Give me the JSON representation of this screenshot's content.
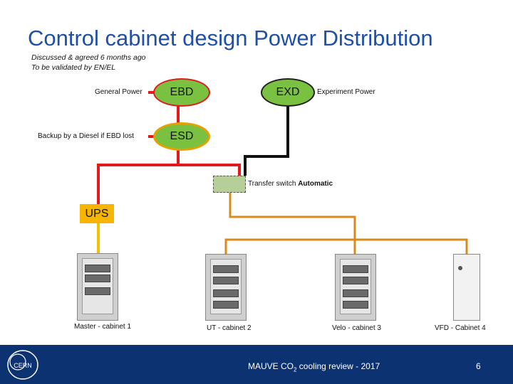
{
  "title": "Control cabinet design Power Distribution",
  "notes": [
    "Discussed & agreed 6 months ago",
    "To be validated by EN/EL"
  ],
  "sources": {
    "general_power_label": "General Power",
    "backup_label": "Backup by a Diesel if EBD lost",
    "experiment_power_label": "Experiment Power"
  },
  "nodes": {
    "ebd": "EBD",
    "exd": "EXD",
    "esd": "ESD",
    "ups": "UPS"
  },
  "transfer_switch": {
    "label": "Transfer switch ",
    "mode": "Automatic"
  },
  "cabinets": [
    "Master - cabinet 1",
    "UT - cabinet 2",
    "Velo - cabinet 3",
    "VFD - Cabinet 4"
  ],
  "footer": {
    "text_prefix": "MAUVE CO",
    "text_sub": "2",
    "text_suffix": " cooling review - 2017",
    "page": "6",
    "logo_text": "CERN"
  },
  "colors": {
    "title": "#1f4fa6",
    "general_power_line": "#e01b1b",
    "backup_line": "#e01b1b",
    "esd_ring": "#e6a100",
    "experiment_line": "#111111",
    "distribution_line": "#d98a1e",
    "ups_line": "#f2c200",
    "node_fill": "#7ac142",
    "ups_fill": "#f7b500",
    "footer": "#0d3272"
  }
}
